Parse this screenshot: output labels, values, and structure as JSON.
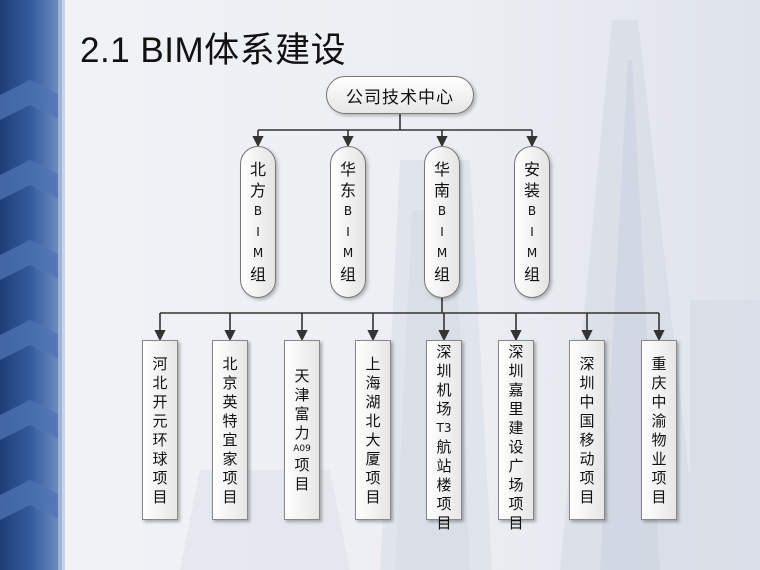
{
  "title": "2.1 BIM体系建设",
  "root": {
    "label": "公司技术中心"
  },
  "groups": [
    {
      "label": "北方BIM组",
      "chars": [
        "北",
        "方",
        "B",
        "I",
        "M",
        "组"
      ]
    },
    {
      "label": "华东BIM组",
      "chars": [
        "华",
        "东",
        "B",
        "I",
        "M",
        "组"
      ]
    },
    {
      "label": "华南BIM组",
      "chars": [
        "华",
        "南",
        "B",
        "I",
        "M",
        "组"
      ]
    },
    {
      "label": "安装BIM组",
      "chars": [
        "安",
        "装",
        "B",
        "I",
        "M",
        "组"
      ]
    }
  ],
  "projects": [
    {
      "label": "河北开元环球项目",
      "chars": [
        "河",
        "北",
        "开",
        "元",
        "环",
        "球",
        "项",
        "目"
      ]
    },
    {
      "label": "北京英特宜家项目",
      "chars": [
        "北",
        "京",
        "英",
        "特",
        "宜",
        "家",
        "项",
        "目"
      ]
    },
    {
      "label": "天津富力A09项目",
      "chars": [
        "天",
        "津",
        "富",
        "力",
        "A09",
        "项",
        "目"
      ]
    },
    {
      "label": "上海湖北大厦项目",
      "chars": [
        "上",
        "海",
        "湖",
        "北",
        "大",
        "厦",
        "项",
        "目"
      ]
    },
    {
      "label": "深圳机场T3航站楼项目",
      "chars": [
        "深",
        "圳",
        "机",
        "场",
        "T3",
        "航",
        "站",
        "楼",
        "项",
        "目"
      ]
    },
    {
      "label": "深圳嘉里建设广场项目",
      "chars": [
        "深",
        "圳",
        "嘉",
        "里",
        "建",
        "设",
        "广",
        "场",
        "项",
        "目"
      ]
    },
    {
      "label": "深圳中国移动项目",
      "chars": [
        "深",
        "圳",
        "中",
        "国",
        "移",
        "动",
        "项",
        "目"
      ]
    },
    {
      "label": "重庆中渝物业项目",
      "chars": [
        "重",
        "庆",
        "中",
        "渝",
        "物",
        "业",
        "项",
        "目"
      ]
    }
  ],
  "colors": {
    "accent": "#2b4c8c",
    "line": "#333333",
    "box_border": "#777777"
  }
}
